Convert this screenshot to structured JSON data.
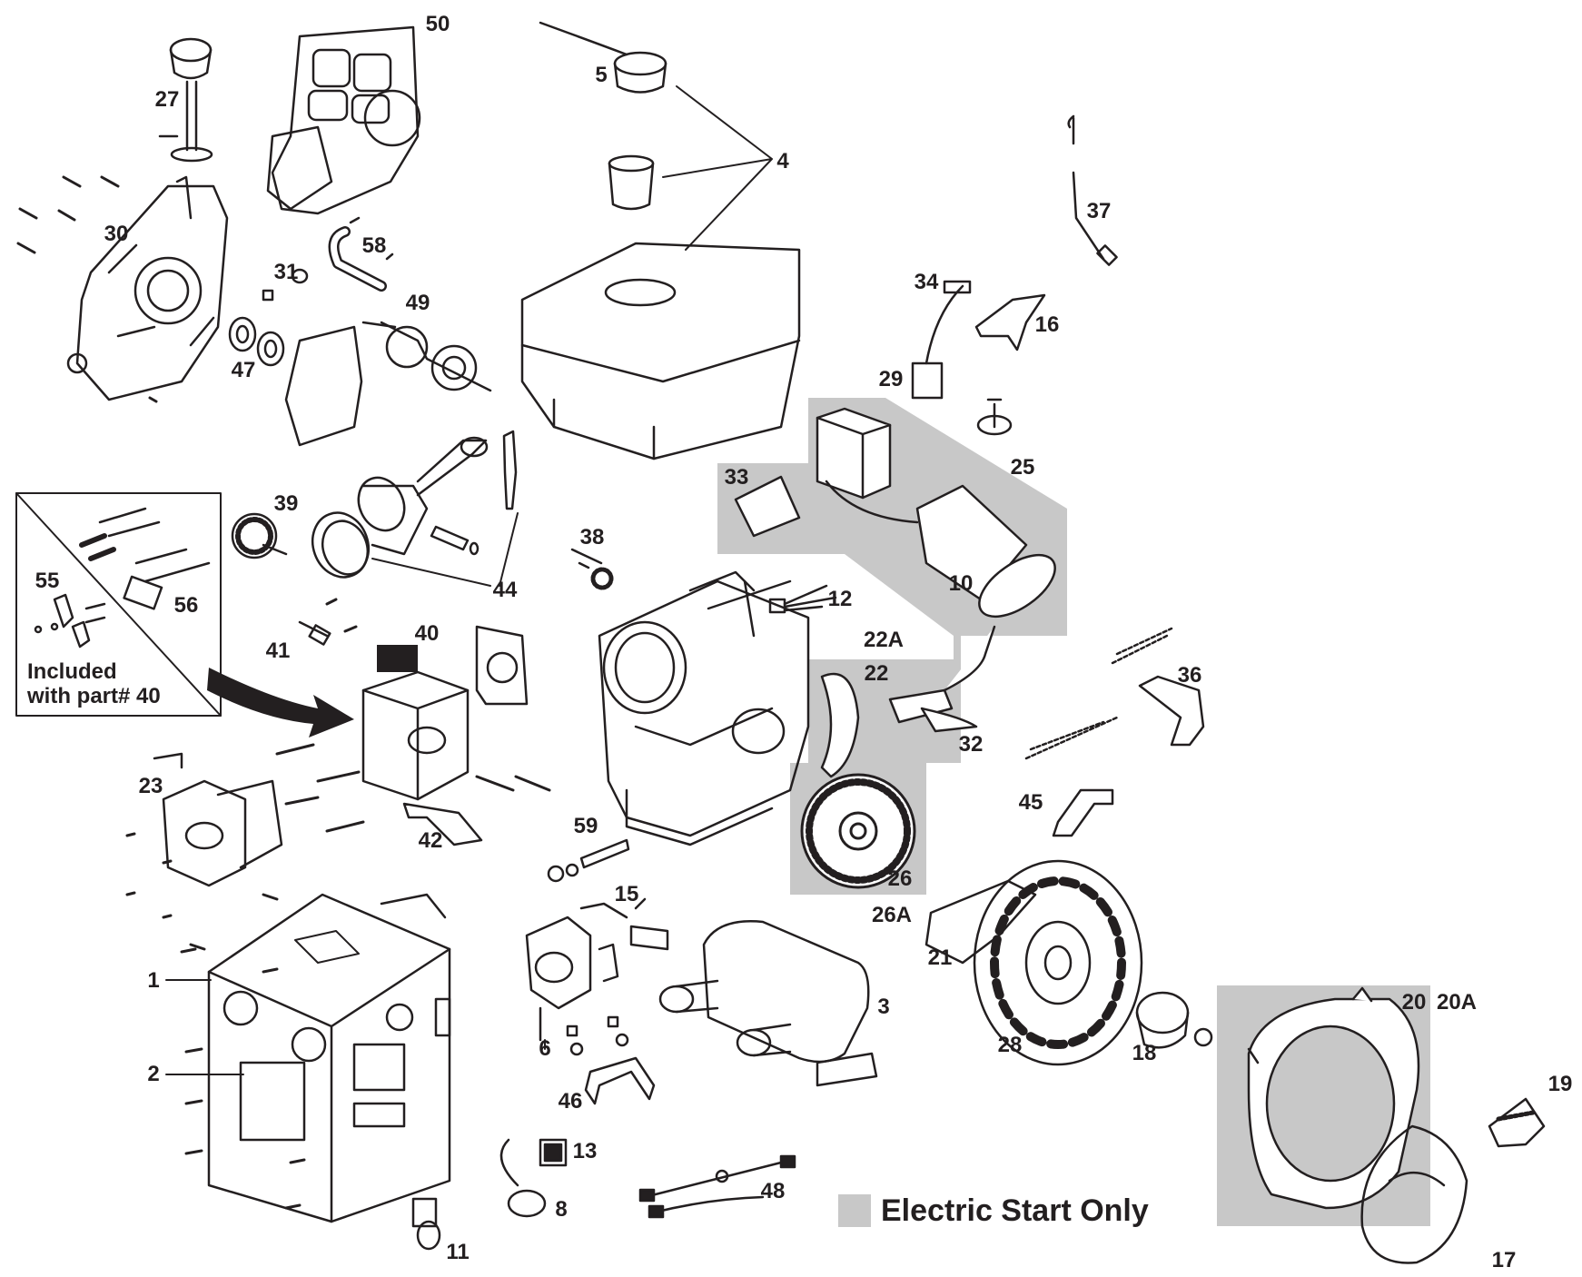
{
  "colors": {
    "ink": "#231f20",
    "highlight": "#c8c8c8",
    "background": "#ffffff"
  },
  "legend": {
    "text": "Electric Start Only"
  },
  "inset": {
    "text_line1": "Included",
    "text_line2": "with part# 40"
  },
  "labels": {
    "p1": "1",
    "p2": "2",
    "p3": "3",
    "p4": "4",
    "p5": "5",
    "p6": "6",
    "p8": "8",
    "p10": "10",
    "p11": "11",
    "p12": "12",
    "p13": "13",
    "p15": "15",
    "p16": "16",
    "p17": "17",
    "p18": "18",
    "p19": "19",
    "p20": "20",
    "p20a": "20A",
    "p21": "21",
    "p22": "22",
    "p22a": "22A",
    "p23": "23",
    "p25": "25",
    "p26": "26",
    "p26a": "26A",
    "p27": "27",
    "p28": "28",
    "p29": "29",
    "p30": "30",
    "p31": "31",
    "p32": "32",
    "p33": "33",
    "p34": "34",
    "p36": "36",
    "p37": "37",
    "p38": "38",
    "p39": "39",
    "p40": "40",
    "p41": "41",
    "p42": "42",
    "p44": "44",
    "p45": "45",
    "p46": "46",
    "p47": "47",
    "p48": "48",
    "p49": "49",
    "p50": "50",
    "p55": "55",
    "p56": "56",
    "p58": "58",
    "p59": "59"
  }
}
